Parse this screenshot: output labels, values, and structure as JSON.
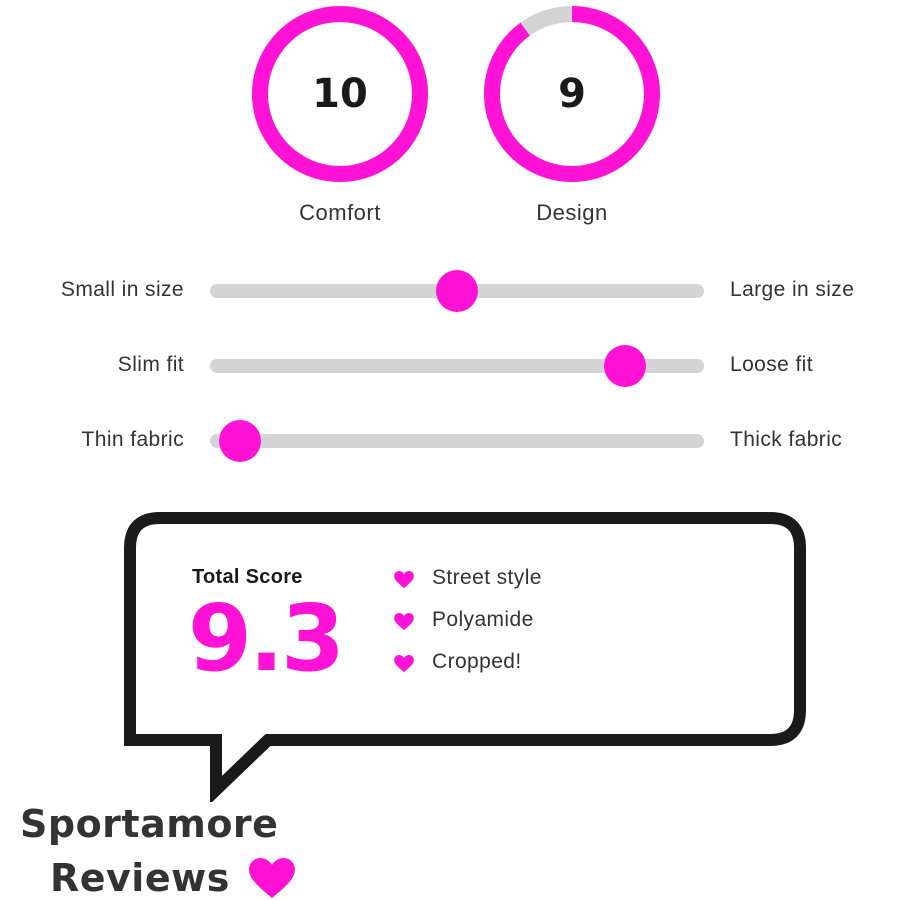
{
  "colors": {
    "accent": "#ff12d6",
    "ring_empty": "#d4d4d4",
    "track": "#d4d4d4",
    "text": "#333333",
    "bubble_border": "#1a1a1a"
  },
  "ratings": [
    {
      "label": "Comfort",
      "value": "10",
      "score": 10,
      "max": 10
    },
    {
      "label": "Design",
      "value": "9",
      "score": 9,
      "max": 10
    }
  ],
  "sliders": [
    {
      "left_label": "Small in size",
      "right_label": "Large in size",
      "value_fraction": 0.5
    },
    {
      "left_label": "Slim fit",
      "right_label": "Loose fit",
      "value_fraction": 0.84
    },
    {
      "left_label": "Thin fabric",
      "right_label": "Thick fabric",
      "value_fraction": 0.06
    }
  ],
  "total_score": {
    "title": "Total Score",
    "value": "9.3"
  },
  "features": [
    {
      "icon": "heart-icon",
      "label": "Street style"
    },
    {
      "icon": "heart-icon",
      "label": "Polyamide"
    },
    {
      "icon": "heart-icon",
      "label": "Cropped!"
    }
  ],
  "brand": {
    "line1": "Sportamore",
    "line2": "Reviews",
    "icon": "heart-icon"
  }
}
